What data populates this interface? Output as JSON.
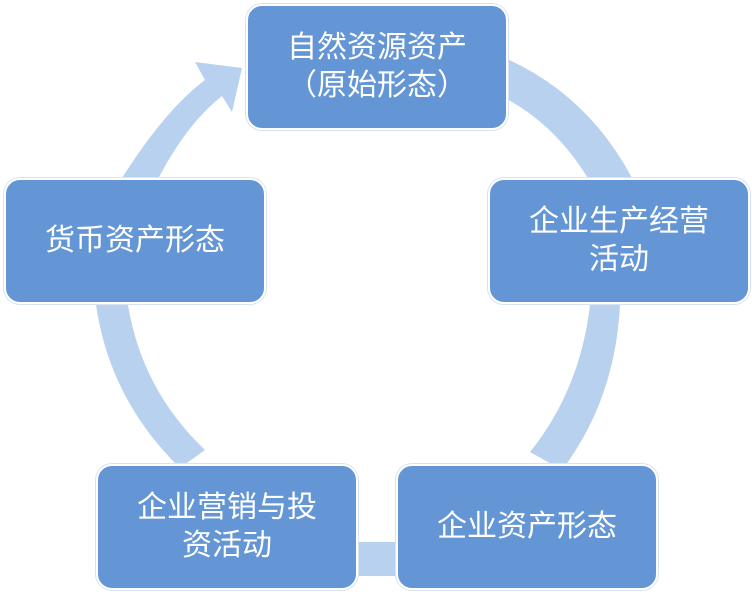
{
  "colors": {
    "node_fill": "#6496D5",
    "node_text": "#FFFFFF",
    "arrow": "#B8D1EE"
  },
  "nodes": [
    {
      "label": "自然资源资产\n（原始形态）"
    },
    {
      "label": "企业生产经营\n活动"
    },
    {
      "label": "企业资产形态"
    },
    {
      "label": "企业营销与投\n资活动"
    },
    {
      "label": "货币资产形态"
    }
  ]
}
